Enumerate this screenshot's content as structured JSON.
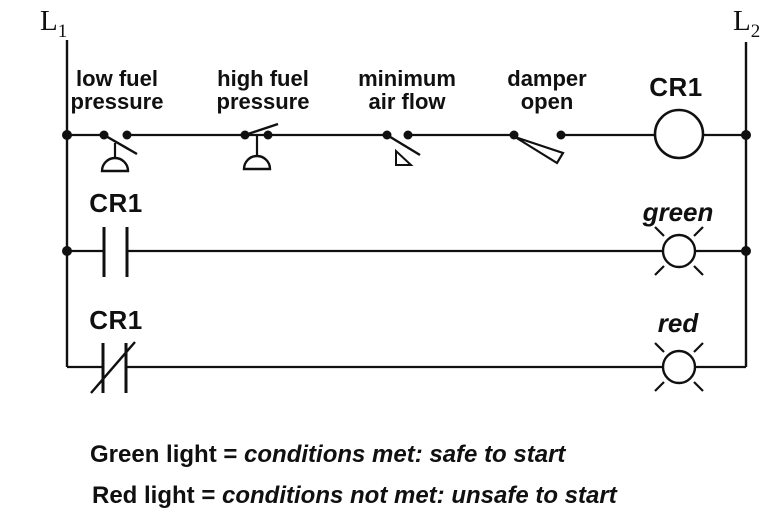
{
  "diagram": {
    "rails": {
      "left_label": "L",
      "left_sub": "1",
      "right_label": "L",
      "right_sub": "2"
    },
    "rung1": {
      "contacts": [
        {
          "line1": "low fuel",
          "line2": "pressure",
          "icon": "pressure-switch-no-icon"
        },
        {
          "line1": "high fuel",
          "line2": "pressure",
          "icon": "pressure-switch-nc-icon"
        },
        {
          "line1": "minimum",
          "line2": "air flow",
          "icon": "flow-switch-no-icon"
        },
        {
          "line1": "damper",
          "line2": "open",
          "icon": "limit-switch-no-icon"
        }
      ],
      "coil_label": "CR1",
      "coil_icon": "relay-coil-icon"
    },
    "rung2": {
      "contact_label": "CR1",
      "contact_icon": "no-contact-icon",
      "lamp_label": "green",
      "lamp_icon": "indicator-lamp-icon"
    },
    "rung3": {
      "contact_label": "CR1",
      "contact_icon": "nc-contact-icon",
      "lamp_label": "red",
      "lamp_icon": "indicator-lamp-icon"
    }
  },
  "legend": {
    "line1_plain": "Green light = ",
    "line1_italic": "conditions met: safe to start",
    "line2_plain": "Red light = ",
    "line2_italic": "conditions not met: unsafe to start"
  },
  "colors": {
    "ink": "#101010",
    "background": "#ffffff"
  }
}
